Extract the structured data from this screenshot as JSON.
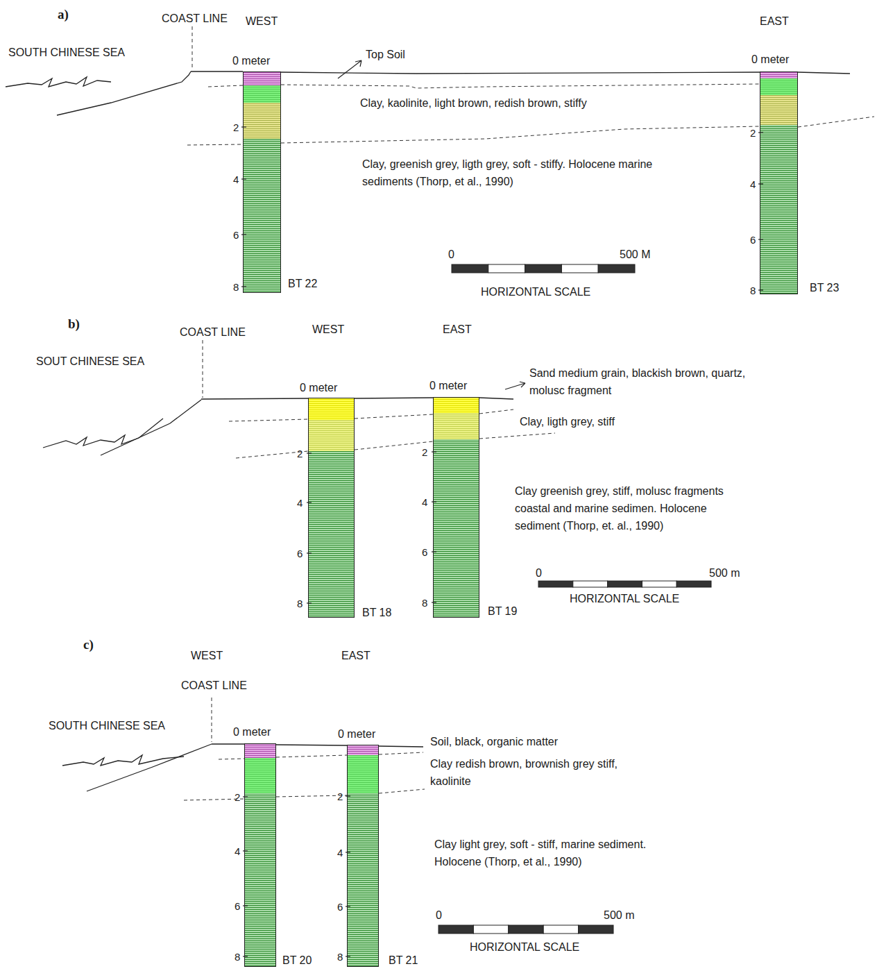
{
  "diagram": {
    "nodes": [
      {
        "text": [
          "0 meter",
          "BT 22"
        ]
      },
      {
        "text": [
          "0 meter",
          "BT 23"
        ]
      },
      {
        "text": [
          "0 meter",
          "BT 18"
        ]
      },
      {
        "text": [
          "0 meter",
          "BT 19"
        ]
      },
      {
        "text": [
          "0 meter",
          "BT 20"
        ]
      },
      {
        "text": [
          "0 meter",
          "BT 21"
        ]
      }
    ],
    "labels": [
      "a)",
      "COAST LINE",
      "WEST",
      "EAST",
      "SOUTH CHINESE SEA",
      "Top Soil",
      "Clay, kaolinite, light brown, redish brown, stiffy",
      "Clay, greenish grey, ligth grey, soft - stiffy. Holocene marine sediments (Thorp, et al., 1990)",
      "2",
      "4",
      "6",
      "8",
      "2",
      "4",
      "6",
      "8",
      "0",
      "500 M",
      "HORIZONTAL SCALE",
      "b)",
      "COAST LINE",
      "WEST",
      "EAST",
      "SOUT CHINESE SEA",
      "Sand medium grain, blackish brown, quartz, molusc fragment",
      "Clay, ligth grey, stiff",
      "Clay greenish grey, stiff, molusc fragments coastal and marine sedimen. Holocene sediment (Thorp, et. al., 1990)",
      "2",
      "4",
      "6",
      "8",
      "2",
      "4",
      "6",
      "8",
      "0",
      "500 m",
      "HORIZONTAL SCALE",
      "c)",
      "WEST",
      "EAST",
      "COAST LINE",
      "SOUTH CHINESE SEA",
      "Soil, black, organic matter",
      "Clay redish brown, brownish grey stiff, kaolinite",
      "Clay light grey, soft - stiff, marine sediment. Holocene (Thorp, et al., 1990)",
      "2",
      "4",
      "6",
      "8",
      "2",
      "4",
      "6",
      "8",
      "0",
      "500 m",
      "HORIZONTAL SCALE"
    ]
  }
}
